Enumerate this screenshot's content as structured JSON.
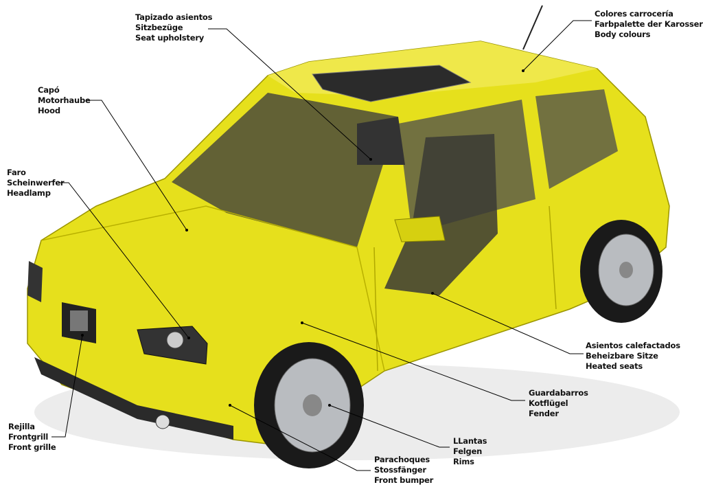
{
  "title": "Car component callouts",
  "colors": {
    "body": "#e6e01c",
    "body_dark": "#b8b000",
    "glass": "#3a3a30",
    "tire": "#1a1a1a",
    "rim": "#b9bcc0",
    "line": "#000000"
  },
  "labels": {
    "seat_upholstery": [
      "Tapizado asientos",
      "Sitzbezüge",
      "Seat upholstery"
    ],
    "hood": [
      "Capó",
      "Motorhaube",
      "Hood"
    ],
    "headlamp": [
      "Faro",
      "Scheinwerfer",
      "Headlamp"
    ],
    "body_colours": [
      "Colores carrocería",
      "Farbpalette der Karosserie",
      "Body colours"
    ],
    "heated_seats": [
      "Asientos calefactados",
      "Beheizbare Sitze",
      "Heated seats"
    ],
    "fender": [
      "Guardabarros",
      "Kotflügel",
      "Fender"
    ],
    "rims": [
      "LLantas",
      "Felgen",
      "Rims"
    ],
    "front_bumper": [
      "Parachoques",
      "Stossfänger",
      "Front bumper"
    ],
    "front_grille": [
      "Rejilla",
      "Frontgrill",
      "Front grille"
    ]
  }
}
